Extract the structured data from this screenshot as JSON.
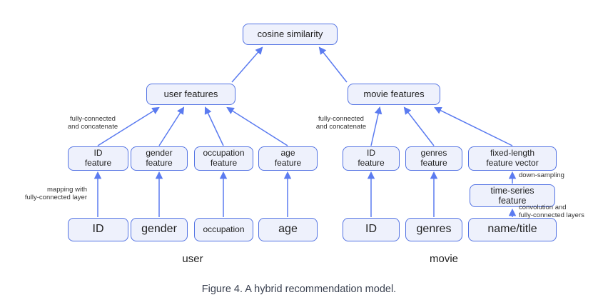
{
  "figure": {
    "caption": "Figure 4. A hybrid recommendation model."
  },
  "colors": {
    "box_border": "#5272e3",
    "box_fill": "#eef1fc",
    "arrow": "#5b7bf0",
    "caption_text": "#3a4150"
  },
  "nodes": {
    "cosine_similarity": "cosine similarity",
    "user_features": "user features",
    "movie_features": "movie features"
  },
  "user_branch": {
    "label": "user",
    "features": [
      "ID\nfeature",
      "gender\nfeature",
      "occupation\nfeature",
      "age\nfeature"
    ],
    "inputs": [
      "ID",
      "gender",
      "occupation",
      "age"
    ]
  },
  "movie_branch": {
    "label": "movie",
    "features": [
      "ID\nfeature",
      "genres\nfeature",
      "fixed-length\nfeature vector"
    ],
    "intermediate": "time-series\nfeature",
    "inputs": [
      "ID",
      "genres",
      "name/title"
    ]
  },
  "annotations": {
    "fc_concat_user": "fully-connected\nand concatenate",
    "mapping": "mapping with\nfully-connected layer",
    "fc_concat_movie": "fully-connected\nand concatenate",
    "down_sampling": "down-sampling",
    "convolution": "convolution and\nfully-connected layers"
  }
}
